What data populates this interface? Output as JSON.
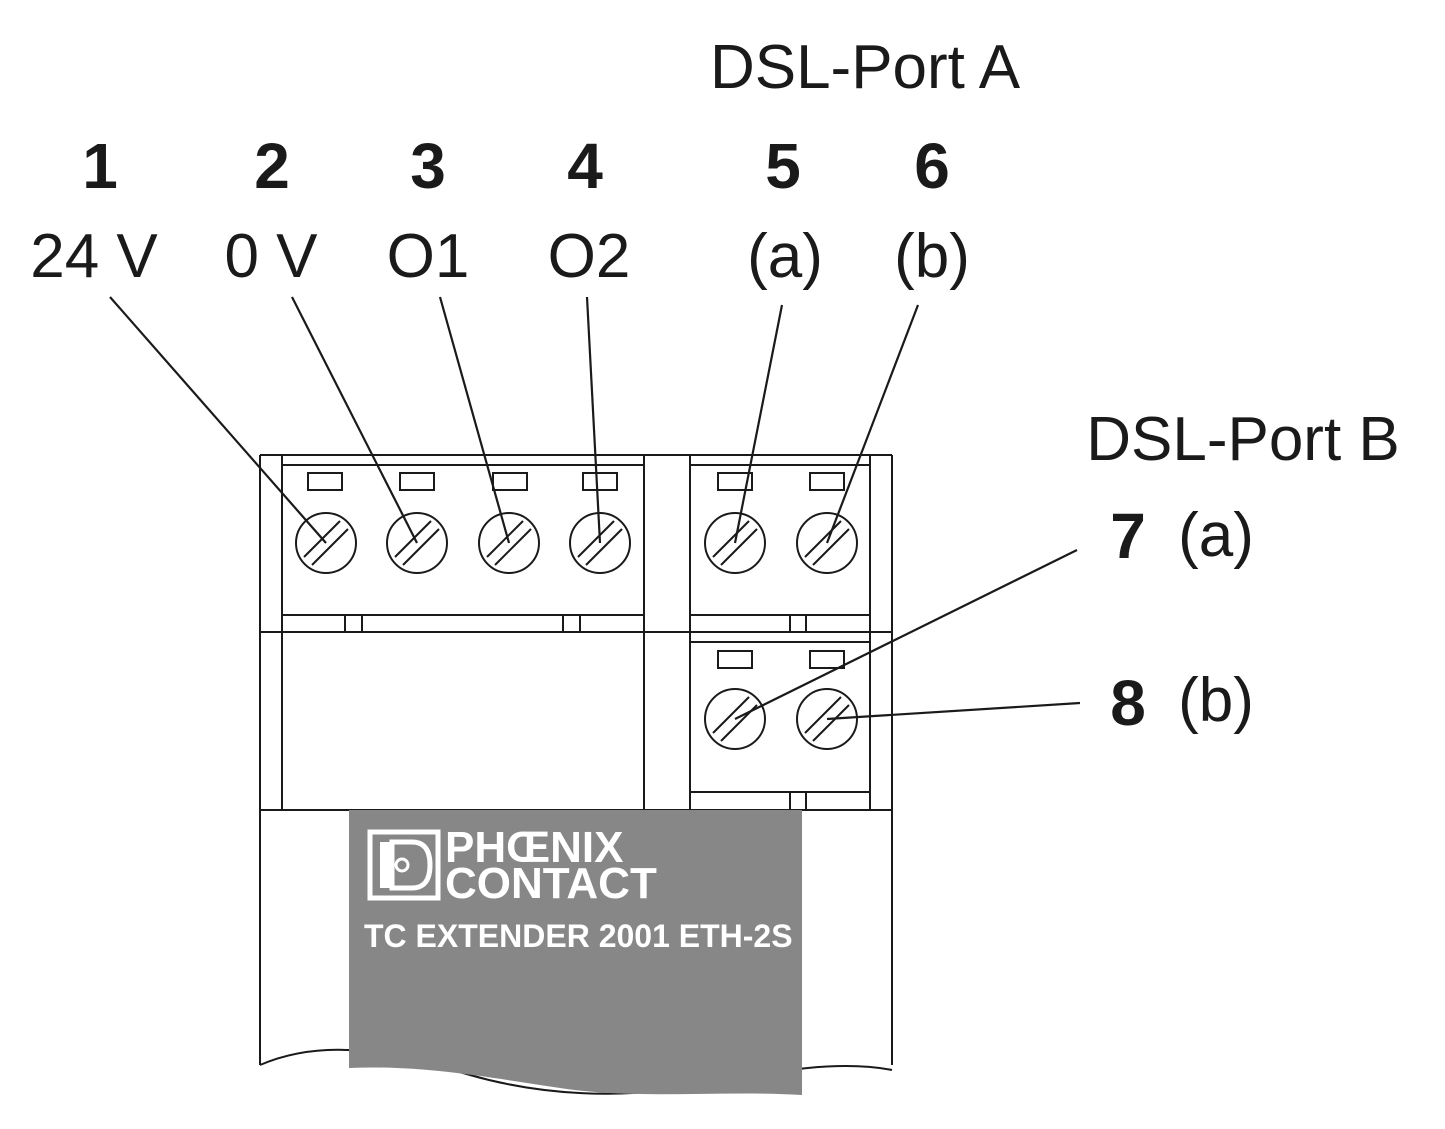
{
  "diagram": {
    "port_a_title": "DSL-Port A",
    "port_b_title": "DSL-Port B",
    "terminals": [
      {
        "number": "1",
        "label": "24 V"
      },
      {
        "number": "2",
        "label": "0 V"
      },
      {
        "number": "3",
        "label": "O1"
      },
      {
        "number": "4",
        "label": "O2"
      },
      {
        "number": "5",
        "label": "(a)"
      },
      {
        "number": "6",
        "label": "(b)"
      },
      {
        "number": "7",
        "label": "(a)"
      },
      {
        "number": "8",
        "label": "(b)"
      }
    ],
    "device": {
      "brand_line1": "PHŒNIX",
      "brand_line2": "CONTACT",
      "model": "TC EXTENDER 2001 ETH-2S",
      "label_color": "#878787"
    }
  }
}
